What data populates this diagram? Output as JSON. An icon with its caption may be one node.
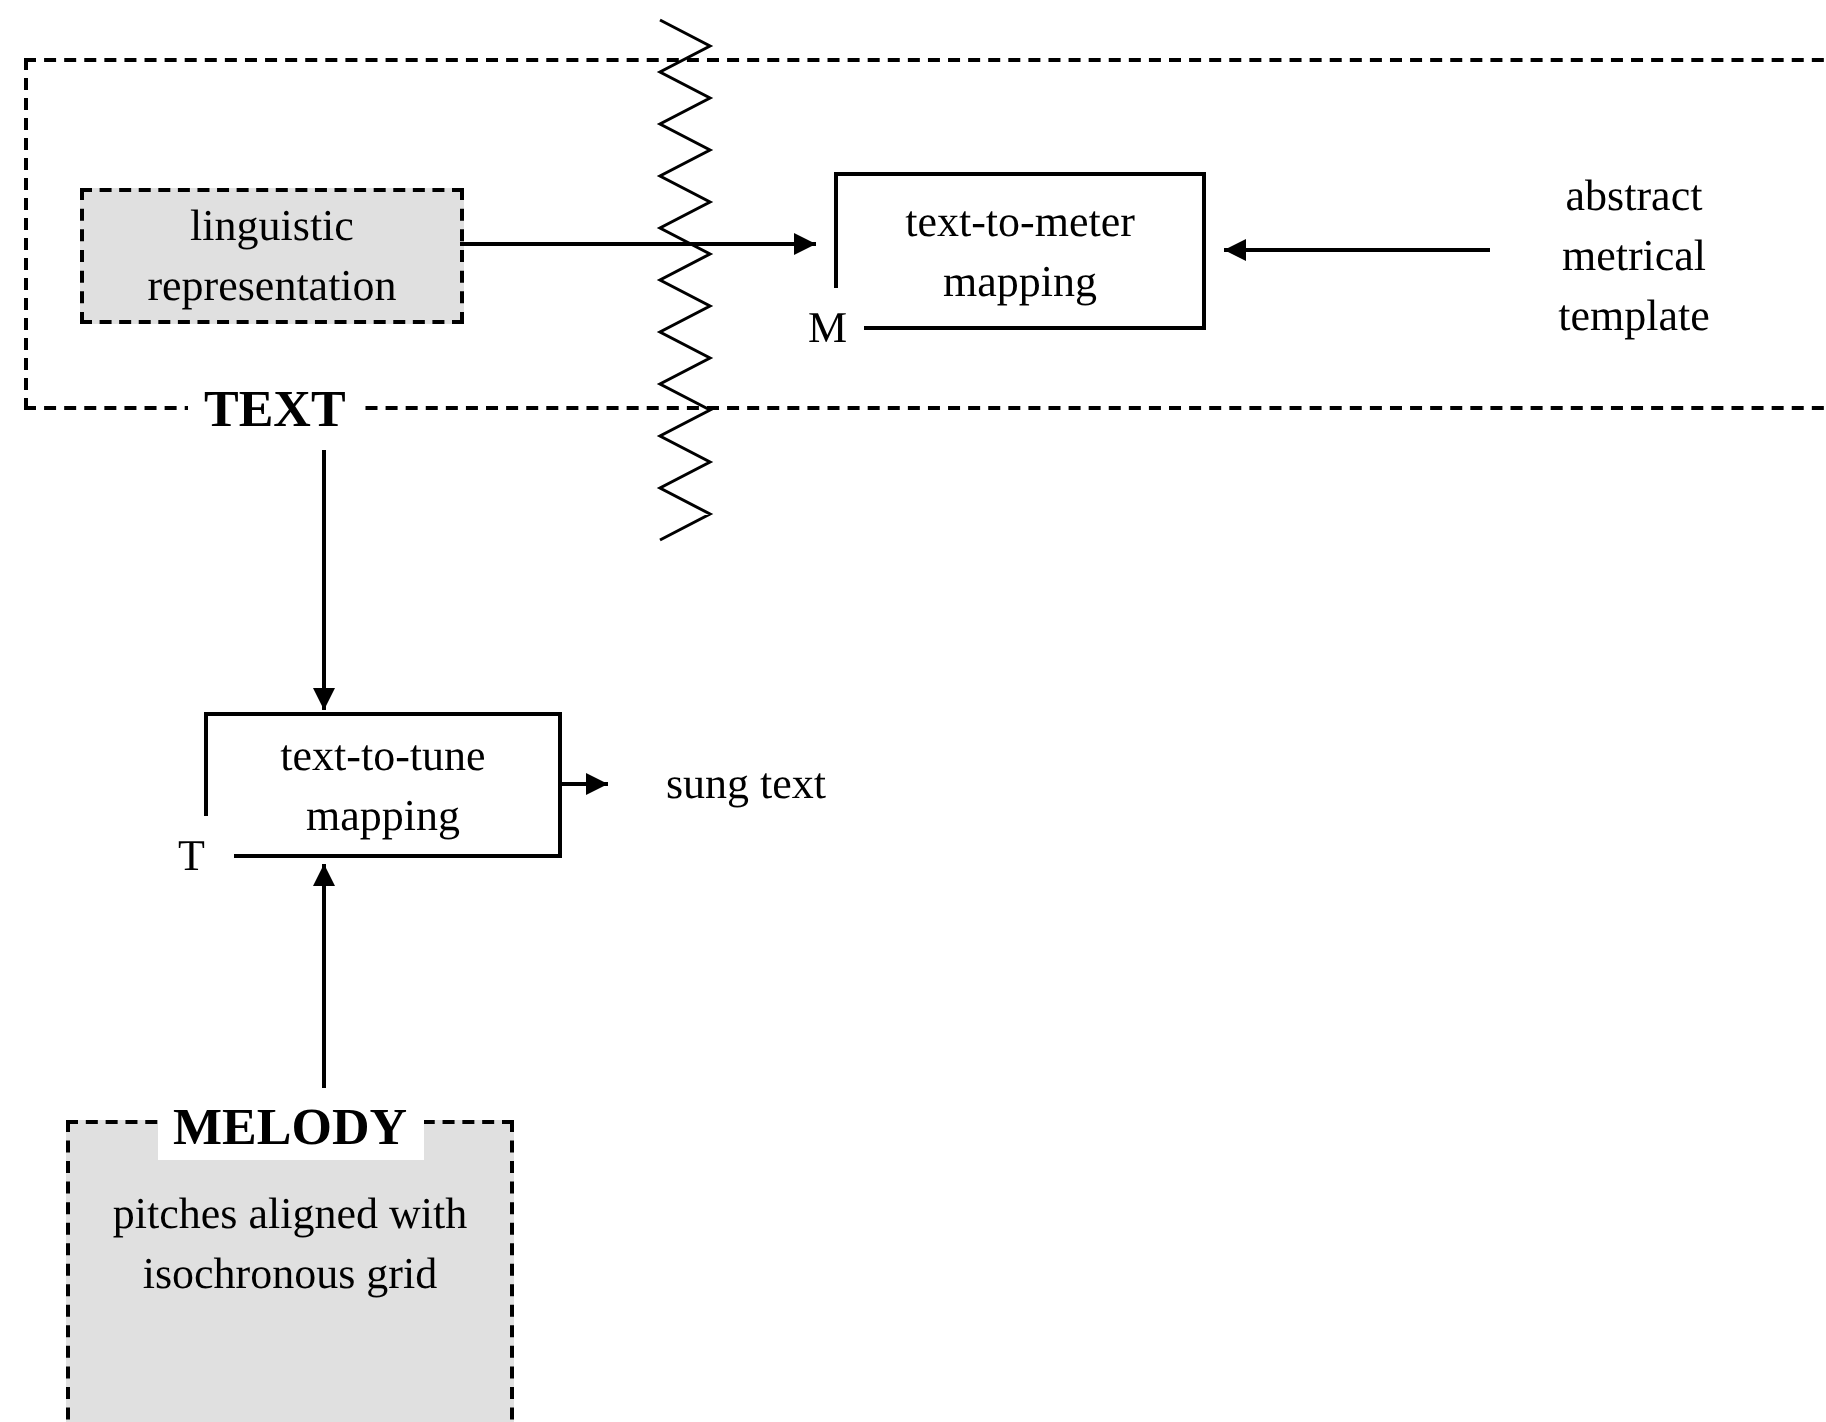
{
  "diagram": {
    "nodes": [
      {
        "text": [
          "TEXT"
        ]
      },
      {
        "text": [
          "linguistic representation"
        ],
        "in": 0
      },
      {
        "text": [
          "text-to-meter mapping"
        ],
        "beside": [
          "M"
        ],
        "in": 0
      },
      {
        "text": [
          "abstract metrical template"
        ],
        "in": 0
      },
      {
        "text": [
          "text-to-tune mapping"
        ],
        "beside": [
          "T"
        ]
      },
      {
        "text": [
          "sung text"
        ]
      },
      {
        "text": [
          "MELODY",
          "pitches aligned with isochronous grid"
        ]
      }
    ],
    "edges": [
      {
        "from": 1,
        "to": 2,
        "arrow": "to"
      },
      {
        "from": 3,
        "to": 2,
        "arrow": "to"
      },
      {
        "from": 0,
        "to": 4,
        "arrow": "to"
      },
      {
        "from": 4,
        "to": 5,
        "arrow": "to"
      },
      {
        "from": 6,
        "to": 4,
        "arrow": "to"
      }
    ]
  }
}
